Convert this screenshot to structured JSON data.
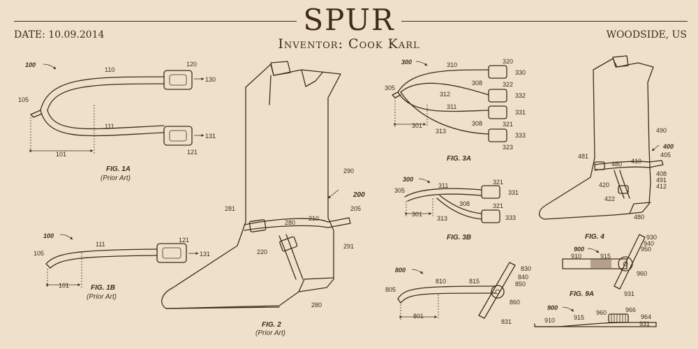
{
  "header": {
    "title": "SPUR",
    "date": "DATE: 10.09.2014",
    "location": "WOODSIDE, US",
    "inventor": "Inventor:  Cook Karl"
  },
  "figures": {
    "fig1a": {
      "caption": "FIG. 1A",
      "note": "(Prior Art)",
      "labels": {
        "l100": "100",
        "l105": "105",
        "l110": "110",
        "l120": "120",
        "l130": "130",
        "l111": "111",
        "l131": "131",
        "l121": "121",
        "l101": "101"
      }
    },
    "fig1b": {
      "caption": "FIG. 1B",
      "note": "(Prior Art)",
      "labels": {
        "l100": "100",
        "l105": "105",
        "l111": "111",
        "l121": "121",
        "l131": "131",
        "l101": "101"
      }
    },
    "fig2": {
      "caption": "FIG. 2",
      "note": "(Prior Art)",
      "labels": {
        "l290": "290",
        "l200": "200",
        "l205": "205",
        "l281": "281",
        "l280": "280",
        "l210": "210",
        "l220": "220",
        "l291": "291",
        "l280b": "280"
      }
    },
    "fig3a": {
      "caption": "FIG. 3A",
      "labels": {
        "l300": "300",
        "l305": "305",
        "l310": "310",
        "l320": "320",
        "l330": "330",
        "l308": "308",
        "l322": "322",
        "l312": "312",
        "l332": "332",
        "l311": "311",
        "l331": "331",
        "l308b": "308",
        "l321": "321",
        "l301": "301",
        "l313": "313",
        "l333": "333",
        "l323": "323"
      }
    },
    "fig3b": {
      "caption": "FIG. 3B",
      "labels": {
        "l300": "300",
        "l305": "305",
        "l311": "311",
        "l321": "321",
        "l331": "331",
        "l308": "308",
        "l321b": "321",
        "l301": "301",
        "l313": "313",
        "l333": "333"
      }
    },
    "fig4": {
      "caption": "FIG. 4",
      "labels": {
        "l490": "490",
        "l400": "400",
        "l405": "405",
        "l481": "481",
        "l480": "480",
        "l410": "410",
        "l408": "408",
        "l491": "491",
        "l420": "420",
        "l412": "412",
        "l422": "422",
        "l480b": "480"
      }
    },
    "fig8": {
      "labels": {
        "l800": "800",
        "l805": "805",
        "l810": "810",
        "l815": "815",
        "l830": "830",
        "l840": "840",
        "l850": "850",
        "l860": "860",
        "l801": "801",
        "l831": "831"
      }
    },
    "fig9a": {
      "caption": "FIG. 9A",
      "labels": {
        "l900": "900",
        "l910": "910",
        "l915": "915",
        "l930": "930",
        "l940": "940",
        "l950": "950",
        "l960": "960",
        "l931": "931"
      }
    },
    "fig9b": {
      "labels": {
        "l900": "900",
        "l910": "910",
        "l915": "915",
        "l960": "960",
        "l966": "966",
        "l964": "964",
        "l931": "931"
      }
    }
  }
}
